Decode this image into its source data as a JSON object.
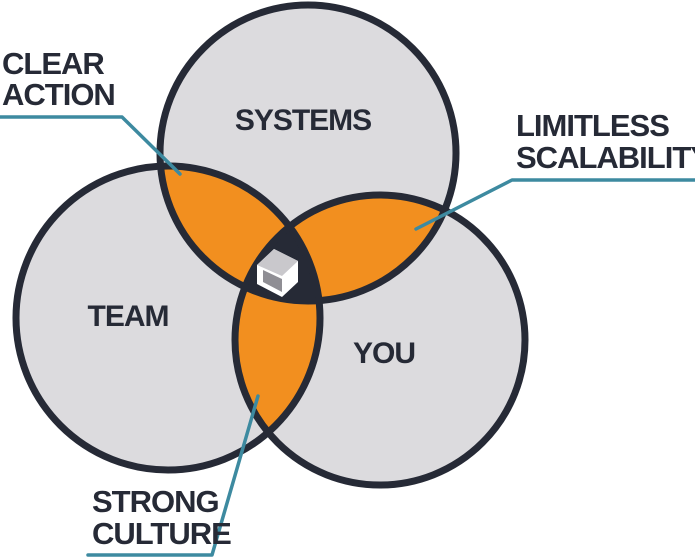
{
  "circles": {
    "systems": "SYSTEMS",
    "team": "TEAM",
    "you": "YOU"
  },
  "callouts": {
    "clear_action": [
      "CLEAR",
      "ACTION"
    ],
    "limitless_scalability": [
      "LIMITLESS",
      "SCALABILITY"
    ],
    "strong_culture": [
      "STRONG",
      "CULTURE"
    ]
  },
  "logo_icon": "stacked-squares-logo-icon",
  "colors": {
    "circle_fill": "#dcdbde",
    "outline": "#262a36",
    "overlap": "#f28f1f",
    "center": "#262a36",
    "leader_line": "#3d8aa0"
  }
}
